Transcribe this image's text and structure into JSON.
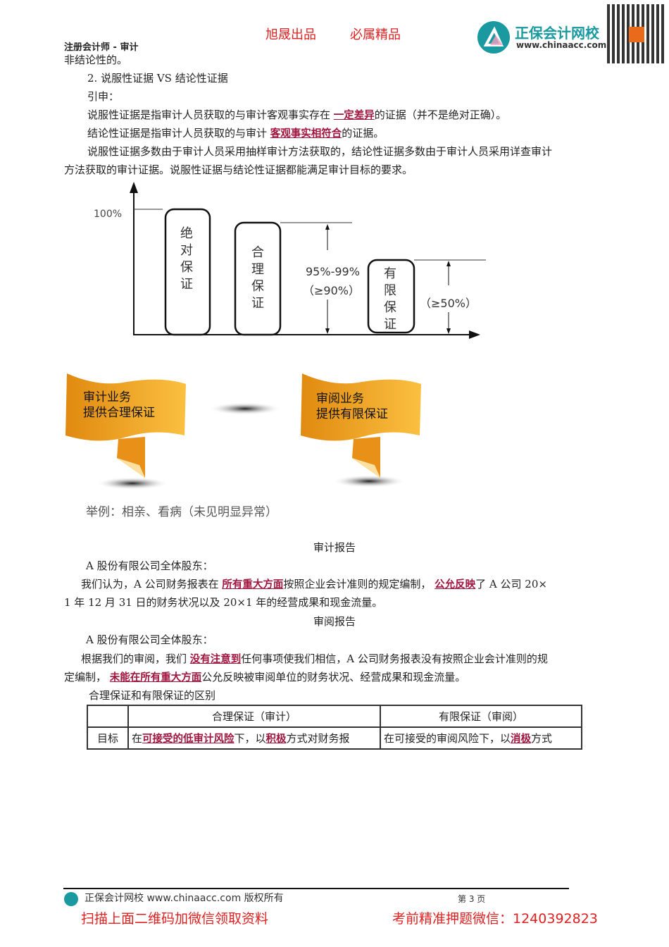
{
  "header": {
    "slogan_left": "旭晟出品",
    "slogan_right": "必属精品",
    "doc_title": "注册会计师 - 审计",
    "logo_name": "正保会计网校",
    "logo_url": "www.chinaacc.com"
  },
  "body": {
    "line1": "非结论性的。",
    "line2": "2. 说服性证据 VS 结论性证据",
    "line3": "引申：",
    "p1": {
      "a": "说服性证据是指审计人员获取的与审计客观事实存在 ",
      "u": "一定差异",
      "b": "的证据（并不是绝对正确）。"
    },
    "p2": {
      "a": "结论性证据是指审计人员获取的与审计 ",
      "u": "客观事实相符合",
      "b": "的证据。"
    },
    "p3_l1": "说服性证据多数由于审计人员采用抽样审计方法获取的，结论性证据多数由于审计人员采用详查审计",
    "p3_l2": "方法获取的审计证据。说服性证据与结论性证据都能满足审计目标的要求。"
  },
  "diagram": {
    "y_label": "100%",
    "boxes": [
      "绝对保证",
      "合理保证",
      "有限保证"
    ],
    "reasonable_range": "95%-99%",
    "reasonable_min": "（≥90%）",
    "limited_min": "（≥50%）"
  },
  "flags": [
    {
      "line1": "审计业务",
      "line2": "提供合理保证"
    },
    {
      "line1": "审阅业务",
      "line2": "提供有限保证"
    }
  ],
  "example": "举例：相亲、看病（未见明显异常）",
  "audit_report": {
    "title": "审计报告",
    "addressee": "A 股份有限公司全体股东：",
    "a": "我们认为，A 公司财务报表在 ",
    "u1": "所有重大方面",
    "b": "按照企业会计准则的规定编制，  ",
    "u2": "公允反映",
    "c": "了 A 公司 20×",
    "line2": "1 年 12 月 31 日的财务状况以及 20×1 年的经营成果和现金流量。"
  },
  "review_report": {
    "title": "审阅报告",
    "addressee": "A 股份有限公司全体股东：",
    "a": "根据我们的审阅，我们 ",
    "u1": "没有注意到",
    "b": "任何事项使我们相信，A 公司财务报表没有按照企业会计准则的规",
    "c": "定编制，  ",
    "u2": "未能在所有重大方面",
    "d": "公允反映被审阅单位的财务状况、经营成果和现金流量。"
  },
  "table": {
    "caption": "合理保证和有限保证的区别",
    "headers": [
      "",
      "合理保证（审计）",
      "有限保证（审阅）"
    ],
    "row_label": "目标",
    "col1": {
      "a": "在",
      "u1": "可接受的低审计风险",
      "b": "下，以",
      "u2": "积极",
      "c": "方式对财务报"
    },
    "col2": {
      "a": "在可接受的审阅风险下，以",
      "u1": "消极",
      "b": "方式"
    }
  },
  "footer": {
    "copyright": "正保会计网校 www.chinaacc.com 版权所有",
    "page": "第 3 页",
    "promo_left": "扫描上面二维码加微信领取资料",
    "promo_right": "考前精准押题微信：1240392823"
  },
  "colors": {
    "accent_red": "#e02020",
    "highlight": "#a0153e",
    "flag_orange": "#f0a020",
    "logo_teal": "#1a9aa0"
  }
}
